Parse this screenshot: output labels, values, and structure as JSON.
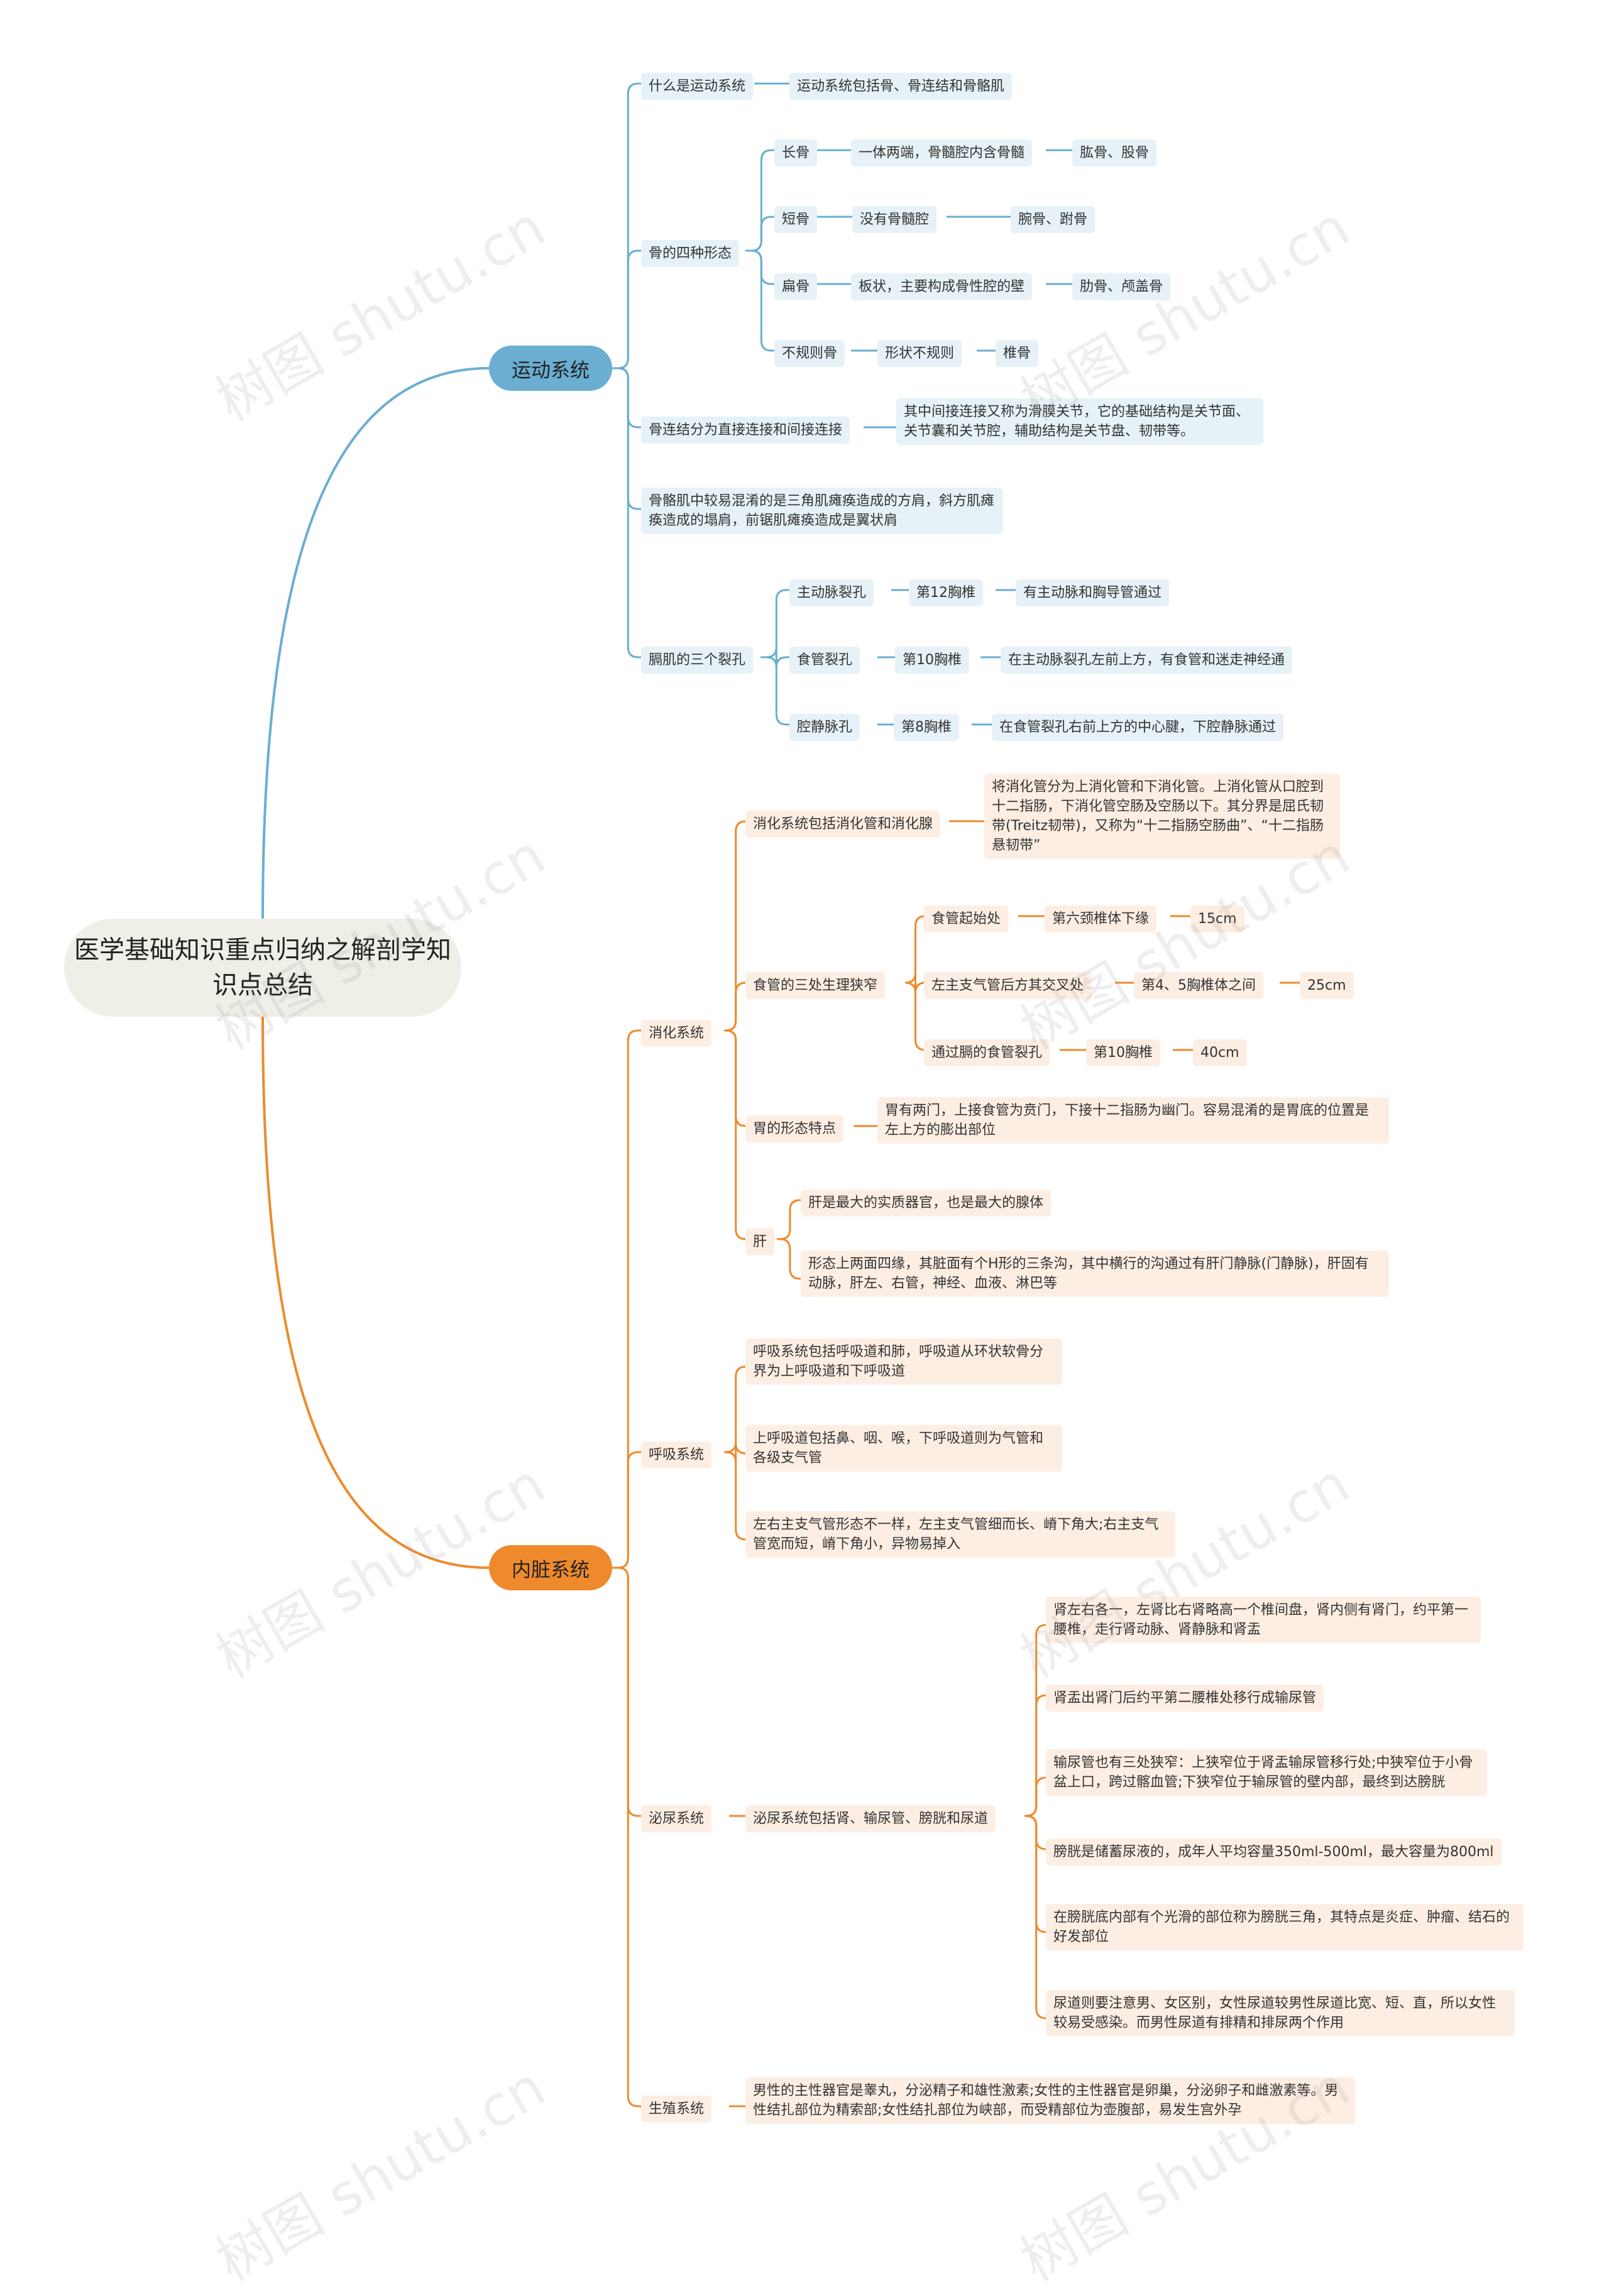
{
  "root": "医学基础知识重点归纳之解剖学知识点总结",
  "watermark": "树图 shutu.cn",
  "colors": {
    "blue": "#6aaed1",
    "orange": "#ee8a2b",
    "blue_fill": "#e6f2f7",
    "orange_fill": "#fdeee3",
    "root_fill": "#efefe8"
  },
  "branches": [
    {
      "label": "运动系统",
      "color": "blue"
    },
    {
      "label": "内脏系统",
      "color": "orange"
    }
  ],
  "nodes": [
    "什么是运动系统",
    "运动系统包括骨、骨连结和骨骼肌",
    "骨的四种形态",
    "长骨",
    "一体两端，骨髓腔内含骨髓",
    "肱骨、股骨",
    "短骨",
    "没有骨髓腔",
    "腕骨、跗骨",
    "扁骨",
    "板状，主要构成骨性腔的壁",
    "肋骨、颅盖骨",
    "不规则骨",
    "形状不规则",
    "椎骨",
    "骨连结分为直接连接和间接连接",
    "其中间接连接又称为滑膜关节，它的基础结构是关节面、关节囊和关节腔，辅助结构是关节盘、韧带等。",
    "骨骼肌中较易混淆的是三角肌瘫痪造成的方肩，斜方肌瘫痪造成的塌肩，前锯肌瘫痪造成是翼状肩",
    "膈肌的三个裂孔",
    "主动脉裂孔",
    "第12胸椎",
    "有主动脉和胸导管通过",
    "食管裂孔",
    "第10胸椎",
    "在主动脉裂孔左前上方，有食管和迷走神经通",
    "腔静脉孔",
    "第8胸椎",
    "在食管裂孔右前上方的中心腱，下腔静脉通过",
    "消化系统",
    "消化系统包括消化管和消化腺",
    "将消化管分为上消化管和下消化管。上消化管从口腔到十二指肠，下消化管空肠及空肠以下。其分界是屈氏韧带(Treitz韧带)，又称为“十二指肠空肠曲”、“十二指肠悬韧带”",
    "食管的三处生理狭窄",
    "食管起始处",
    "第六颈椎体下缘",
    "15cm",
    "左主支气管后方其交叉处",
    "第4、5胸椎体之间",
    "25cm",
    "通过膈的食管裂孔",
    "第10胸椎",
    "40cm",
    "胃的形态特点",
    "胃有两门，上接食管为贲门，下接十二指肠为幽门。容易混淆的是胃底的位置是左上方的膨出部位",
    "肝",
    "肝是最大的实质器官，也是最大的腺体",
    "形态上两面四缘，其脏面有个H形的三条沟，其中横行的沟通过有肝门静脉(门静脉)，肝固有动脉，肝左、右管，神经、血液、淋巴等",
    "呼吸系统",
    "呼吸系统包括呼吸道和肺，呼吸道从环状软骨分界为上呼吸道和下呼吸道",
    "上呼吸道包括鼻、咽、喉，下呼吸道则为气管和各级支气管",
    "左右主支气管形态不一样，左主支气管细而长、嵴下角大;右主支气管宽而短，嵴下角小，异物易掉入",
    "泌尿系统",
    "泌尿系统包括肾、输尿管、膀胱和尿道",
    "肾左右各一，左肾比右肾略高一个椎间盘，肾内侧有肾门，约平第一腰椎，走行肾动脉、肾静脉和肾盂",
    "肾盂出肾门后约平第二腰椎处移行成输尿管",
    "输尿管也有三处狭窄：上狭窄位于肾盂输尿管移行处;中狭窄位于小骨盆上口，跨过髂血管;下狭窄位于输尿管的壁内部，最终到达膀胱",
    "膀胱是储蓄尿液的，成年人平均容量350ml-500ml，最大容量为800ml",
    "在膀胱底内部有个光滑的部位称为膀胱三角，其特点是炎症、肿瘤、结石的好发部位",
    "尿道则要注意男、女区别，女性尿道较男性尿道比宽、短、直，所以女性较易受感染。而男性尿道有排精和排尿两个作用",
    "生殖系统",
    "男性的主性器官是睾丸，分泌精子和雄性激素;女性的主性器官是卵巢，分泌卵子和雌激素等。男性结扎部位为精索部;女性结扎部位为峡部，而受精部位为壶腹部，易发生宫外孕"
  ]
}
